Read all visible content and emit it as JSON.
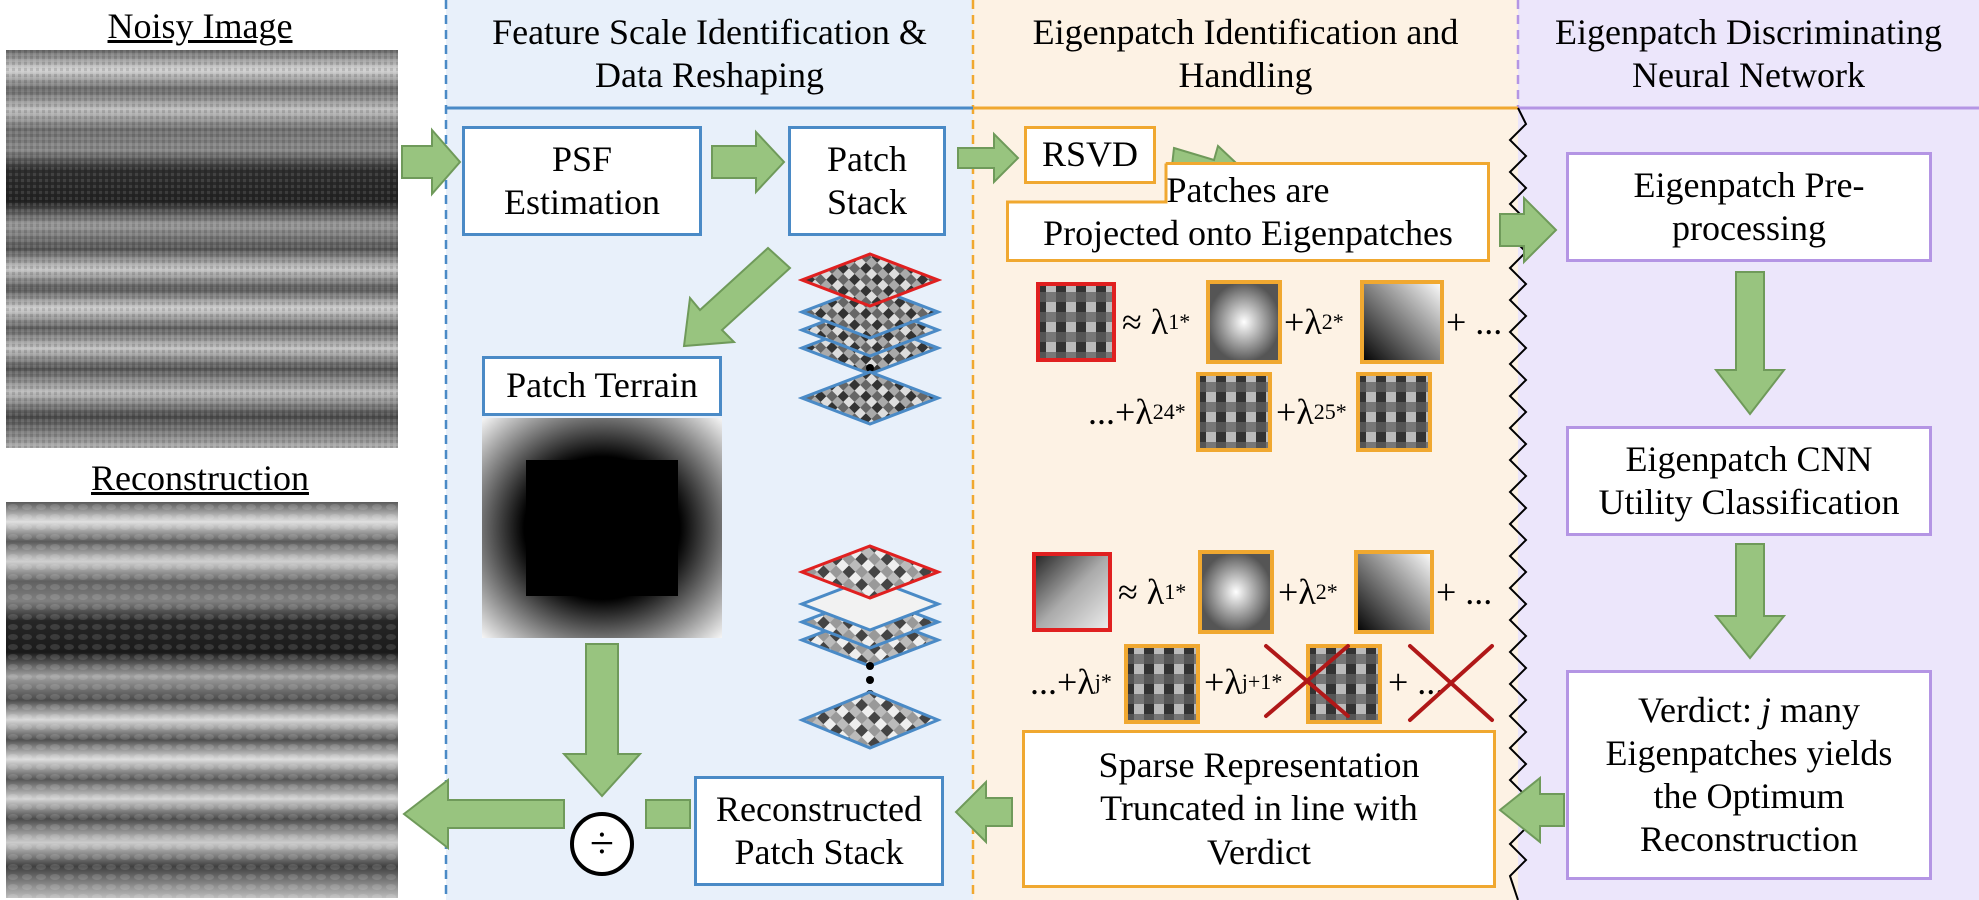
{
  "left_panel": {
    "noisy_title": "Noisy Image",
    "reconstruction_title": "Reconstruction"
  },
  "sections": [
    {
      "id": "feature",
      "title": "Feature Scale Identification &\nData Reshaping",
      "color": "#4a8ac6",
      "bg": "#e8f0fa"
    },
    {
      "id": "eigen",
      "title": "Eigenpatch Identification and\nHandling",
      "color": "#f0a830",
      "bg": "#fdf2e4"
    },
    {
      "id": "nn",
      "title": "Eigenpatch Discriminating\nNeural Network",
      "color": "#b495e4",
      "bg": "#ece6fb"
    }
  ],
  "boxes": {
    "psf": "PSF\nEstimation",
    "patch_stack": "Patch\nStack",
    "patch_terrain": "Patch Terrain",
    "reconstructed": "Reconstructed\nPatch Stack",
    "rsvd": "RSVD",
    "projected": "Patches are\nProjected onto Eigenpatches",
    "sparse": "Sparse Representation\nTruncated in line with\nVerdict",
    "preprocess": "Eigenpatch Pre-\nprocessing",
    "cnn": "Eigenpatch CNN\nUtility Classification",
    "verdict_pre": "Verdict: ",
    "verdict_j": "j",
    "verdict_post": " many\nEigenpatches yields\nthe Optimum\nReconstruction"
  },
  "equations": {
    "approx": "≈",
    "lambda": "λ",
    "star": "*",
    "plus": "+",
    "dots": "...",
    "sub1": "1",
    "sub2": "2",
    "sub24": "24",
    "sub25": "25",
    "subj": "j",
    "subj1": "j+1",
    "lead_dots": "...+",
    "trail": "+ ...",
    "trail_cross": "+ ..."
  },
  "divide_symbol": "÷",
  "colors": {
    "arrow_fill": "#98c47f",
    "arrow_stroke": "#6f9a5a",
    "red": "#e02020",
    "cross": "#b01818"
  }
}
